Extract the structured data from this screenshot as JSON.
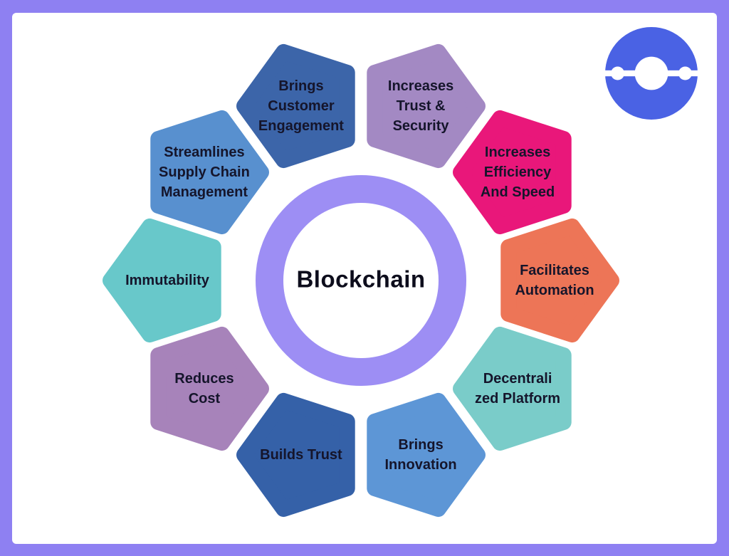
{
  "frame": {
    "border_color": "#8e80f2",
    "background": "#ffffff"
  },
  "center": {
    "label": "Blockchain",
    "ring_color": "#9d8ef4",
    "text_color": "#0d0d1c"
  },
  "logo": {
    "icon": "wave-ring-logo",
    "color": "#4a62e4"
  },
  "nodes": [
    {
      "id": "facilitates-automation",
      "label": "Facilitates\nAutomation",
      "color": "#ed7557",
      "angle_deg": 0
    },
    {
      "id": "increases-efficiency-and-speed",
      "label": "Increases\nEfficiency\nAnd Speed",
      "color": "#e9177a",
      "angle_deg": 36
    },
    {
      "id": "increases-trust-and-security",
      "label": "Increases\nTrust &\nSecurity",
      "color": "#a389c3",
      "angle_deg": 72
    },
    {
      "id": "brings-customer-engagement",
      "label": "Brings\nCustomer\nEngagement",
      "color": "#3c65a9",
      "angle_deg": 108
    },
    {
      "id": "streamlines-supply-chain-management",
      "label": "Streamlines\nSupply Chain\nManagement",
      "color": "#5890cf",
      "angle_deg": 144
    },
    {
      "id": "immutability",
      "label": "Immutability",
      "color": "#68c8ca",
      "angle_deg": 180
    },
    {
      "id": "reduces-cost",
      "label": "Reduces\nCost",
      "color": "#a783ba",
      "angle_deg": 216
    },
    {
      "id": "builds-trust",
      "label": "Builds Trust",
      "color": "#3561a8",
      "angle_deg": 252
    },
    {
      "id": "brings-innovation",
      "label": "Brings\nInnovation",
      "color": "#5d96d6",
      "angle_deg": 288
    },
    {
      "id": "decentralized-platform",
      "label": "Decentrali\nzed Platform",
      "color": "#7accc9",
      "angle_deg": 324
    }
  ]
}
